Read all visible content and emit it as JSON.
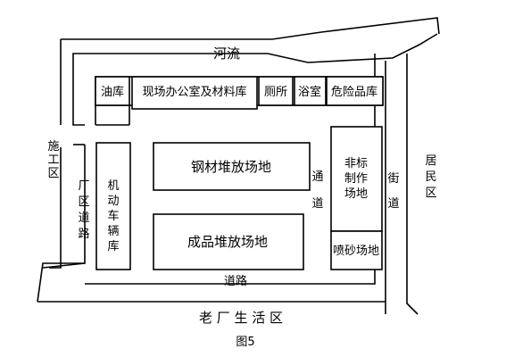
{
  "labels": {
    "river": "河流",
    "oil_depot": "油库",
    "office_store": "现场办公室及材料库",
    "toilet": "厕所",
    "bathroom": "浴室",
    "hazmat_depot": "危险品库",
    "construction_zone": [
      "施",
      "工",
      "区"
    ],
    "factory_road": [
      "厂",
      "区",
      "道",
      "路"
    ],
    "vehicle_depot": [
      "机",
      "动",
      "车",
      "辆",
      "库"
    ],
    "steel_yard": "钢材堆放场地",
    "product_yard": "成品堆放场地",
    "passage": [
      "通",
      "道"
    ],
    "nonstd_yard": [
      "非标",
      "制作",
      "场地"
    ],
    "sandblast_yard": "喷砂场地",
    "street": [
      "街",
      "道"
    ],
    "residential": [
      "居",
      "民",
      "区"
    ],
    "road": "道路",
    "old_factory_living": "老 厂 生 活 区",
    "figure_caption": "图5"
  }
}
